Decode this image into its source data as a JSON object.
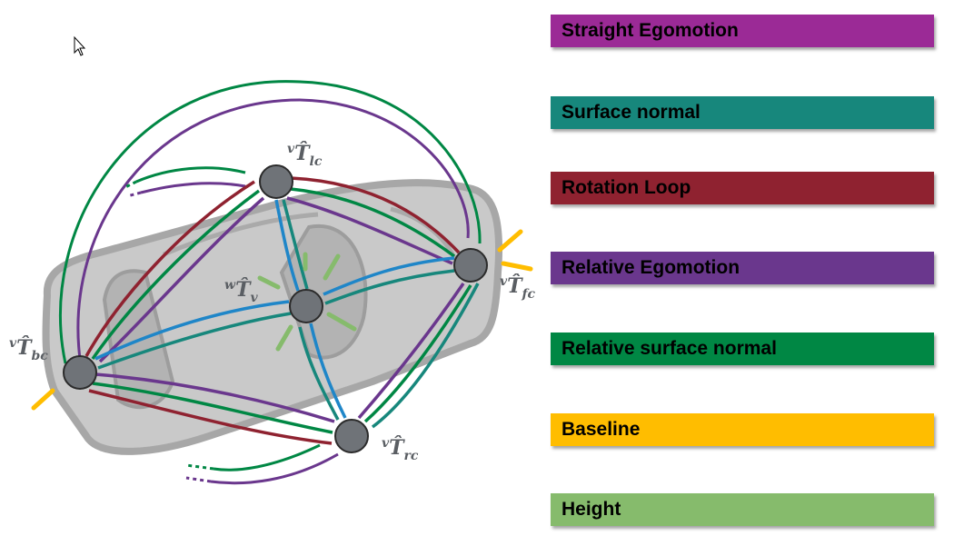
{
  "legend": {
    "items": [
      {
        "label": "Straight Egomotion",
        "color": "#9b2a96"
      },
      {
        "label": "Surface normal",
        "color": "#17877c"
      },
      {
        "label": "Rotation Loop",
        "color": "#8f2230"
      },
      {
        "label": "Relative Egomotion",
        "color": "#6a378d"
      },
      {
        "label": "Relative surface normal",
        "color": "#008744"
      },
      {
        "label": "Baseline",
        "color": "#ffbd00"
      },
      {
        "label": "Height",
        "color": "#86bb6c"
      }
    ]
  },
  "nodes": {
    "lc": {
      "sup": "v",
      "symbol": "T̂",
      "sub": "lc"
    },
    "fc": {
      "sup": "v",
      "symbol": "T̂",
      "sub": "fc"
    },
    "v": {
      "sup": "w",
      "symbol": "T̂",
      "sub": "v"
    },
    "bc": {
      "sup": "v",
      "symbol": "T̂",
      "sub": "bc"
    },
    "rc": {
      "sup": "v",
      "symbol": "T̂",
      "sub": "rc"
    }
  },
  "colors": {
    "relative_egomotion": "#6a378d",
    "relative_surface_normal": "#008744",
    "rotation_loop": "#8f2230",
    "surface_normal": "#17877c",
    "egomotion_to_center": "#1f86c8",
    "baseline": "#ffbd00",
    "height": "#86bb6c",
    "node_fill": "#6f7378",
    "car_body": "#c9c9c9"
  }
}
